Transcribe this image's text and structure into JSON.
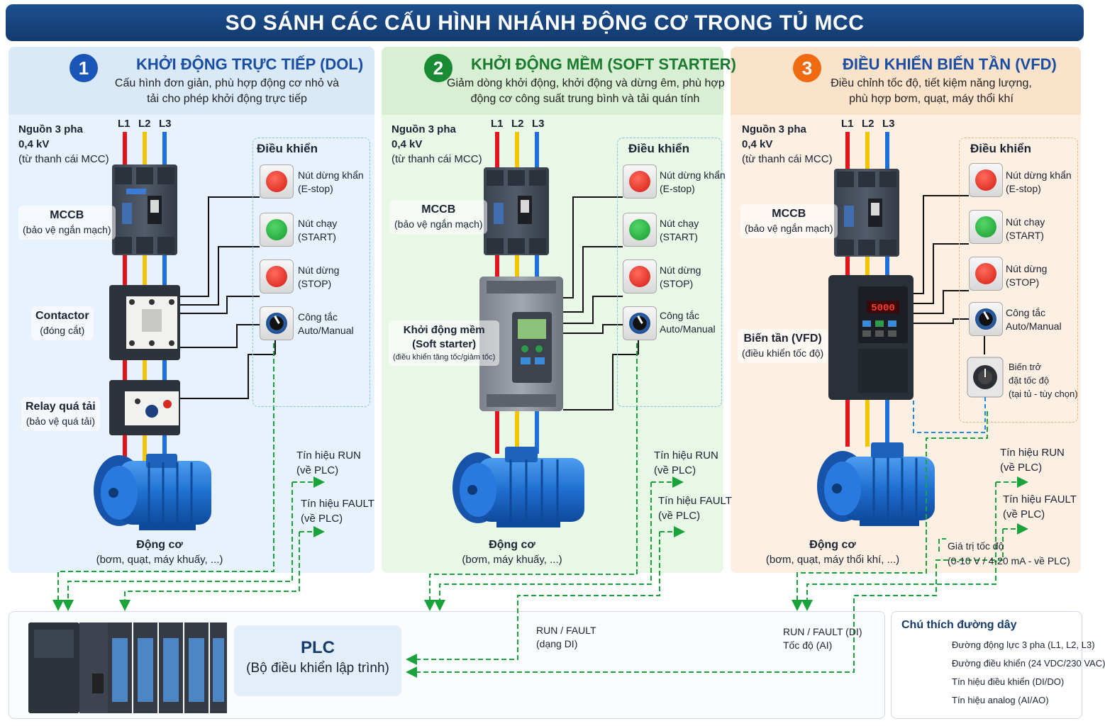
{
  "title": "SO SÁNH CÁC CẤU HÌNH NHÁNH ĐỘNG CƠ TRONG TỦ MCC",
  "colors": {
    "phase_l1": "#e3141b",
    "phase_l2": "#f2c500",
    "phase_l3": "#1e6fd9",
    "control": "#111111",
    "signal": "#1aa33a",
    "analog": "#1e88e5",
    "num1": "#1a56b8",
    "num2": "#1a8a35",
    "num3": "#f06a12"
  },
  "panels": [
    {
      "number": "1",
      "title": "KHỞI ĐỘNG TRỰC TIẾP (DOL)",
      "desc1": "Cấu hình đơn giản, phù hợp động cơ nhỏ và",
      "desc2": "tải cho phép khởi động trực tiếp",
      "source1": "Nguồn 3 pha",
      "source2": "0,4 kV",
      "source3": "(từ thanh cái MCC)",
      "phases": [
        "L1",
        "L2",
        "L3"
      ],
      "dev1_title": "MCCB",
      "dev1_sub": "(bảo vệ ngắn mạch)",
      "dev2_title": "Contactor",
      "dev2_sub": "(đóng cắt)",
      "dev3_title": "Relay quá tải",
      "dev3_sub": "(bảo vệ quá tải)",
      "control_title": "Điều khiển",
      "buttons": [
        {
          "l1": "Nút dừng khẩn",
          "l2": "(E-stop)",
          "icon": "estop-button-icon"
        },
        {
          "l1": "Nút chạy",
          "l2": "(START)",
          "icon": "start-button-icon"
        },
        {
          "l1": "Nút dừng",
          "l2": "(STOP)",
          "icon": "stop-button-icon"
        },
        {
          "l1": "Công tắc",
          "l2": "Auto/Manual",
          "icon": "selector-switch-icon"
        }
      ],
      "sig_run1": "Tín hiệu RUN",
      "sig_run2": "(về PLC)",
      "sig_fault1": "Tín hiệu FAULT",
      "sig_fault2": "(về PLC)",
      "motor_title": "Động cơ",
      "motor_sub": "(bơm, quạt, máy khuấy, ...)"
    },
    {
      "number": "2",
      "title": "KHỞI ĐỘNG MỀM (SOFT STARTER)",
      "desc1": "Giảm dòng khởi động, khởi động và dừng êm, phù hợp",
      "desc2": "động cơ công suất trung bình và tải quán tính",
      "source1": "Nguồn 3 pha",
      "source2": "0,4 kV",
      "source3": "(từ thanh cái MCC)",
      "phases": [
        "L1",
        "L2",
        "L3"
      ],
      "dev1_title": "MCCB",
      "dev1_sub": "(bảo vệ ngắn mạch)",
      "dev2_title": "Khởi động mềm",
      "dev2_title2": "(Soft starter)",
      "dev2_sub": "(điều khiển tăng tốc/giảm tốc)",
      "control_title": "Điều khiển",
      "buttons": [
        {
          "l1": "Nút dừng khẩn",
          "l2": "(E-stop)",
          "icon": "estop-button-icon"
        },
        {
          "l1": "Nút chạy",
          "l2": "(START)",
          "icon": "start-button-icon"
        },
        {
          "l1": "Nút dừng",
          "l2": "(STOP)",
          "icon": "stop-button-icon"
        },
        {
          "l1": "Công tắc",
          "l2": "Auto/Manual",
          "icon": "selector-switch-icon"
        }
      ],
      "sig_run1": "Tín hiệu RUN",
      "sig_run2": "(về PLC)",
      "sig_fault1": "Tín hiệu FAULT",
      "sig_fault2": "(về PLC)",
      "motor_title": "Động cơ",
      "motor_sub": "(bơm, máy khuấy, ...)"
    },
    {
      "number": "3",
      "title": "ĐIỀU KHIỂN BIẾN TẦN (VFD)",
      "desc1": "Điều chỉnh tốc độ, tiết kiệm năng lượng,",
      "desc2": "phù hợp bơm, quạt, máy thổi khí",
      "source1": "Nguồn 3 pha",
      "source2": "0,4 kV",
      "source3": "(từ thanh cái MCC)",
      "phases": [
        "L1",
        "L2",
        "L3"
      ],
      "dev1_title": "MCCB",
      "dev1_sub": "(bảo vệ ngắn mạch)",
      "dev2_title": "Biến tần (VFD)",
      "dev2_sub": "(điều khiển tốc độ)",
      "vfd_display": "5000",
      "control_title": "Điều khiển",
      "buttons": [
        {
          "l1": "Nút dừng khẩn",
          "l2": "(E-stop)",
          "icon": "estop-button-icon"
        },
        {
          "l1": "Nút chạy",
          "l2": "(START)",
          "icon": "start-button-icon"
        },
        {
          "l1": "Nút dừng",
          "l2": "(STOP)",
          "icon": "stop-button-icon"
        },
        {
          "l1": "Công tắc",
          "l2": "Auto/Manual",
          "icon": "selector-switch-icon"
        }
      ],
      "pot_l1": "Biến trở",
      "pot_l2": "đặt tốc độ",
      "pot_l3": "(tại tủ - tùy chọn)",
      "sig_run1": "Tín hiệu RUN",
      "sig_run2": "(về PLC)",
      "sig_fault1": "Tín hiệu FAULT",
      "sig_fault2": "(về PLC)",
      "sig_speed1": "Giá trị tốc độ",
      "sig_speed2": "(0-10 V / 4-20 mA - về PLC)",
      "motor_title": "Động cơ",
      "motor_sub": "(bơm, quạt, máy thổi khí, ...)"
    }
  ],
  "plc": {
    "title": "PLC",
    "subtitle": "(Bộ điều khiển lập trình)",
    "note2_l1": "RUN / FAULT",
    "note2_l2": "(dạng DI)",
    "note3_l1": "RUN / FAULT (DI)",
    "note3_l2": "Tốc độ (AI)"
  },
  "legend": {
    "title": "Chú thích đường dây",
    "items": [
      {
        "label": "Đường động lực 3 pha (L1, L2, L3)"
      },
      {
        "label": "Đường điều khiển (24 VDC/230 VAC)"
      },
      {
        "label": "Tín hiệu điều khiển (DI/DO)"
      },
      {
        "label": "Tín hiệu analog (AI/AO)"
      }
    ]
  }
}
